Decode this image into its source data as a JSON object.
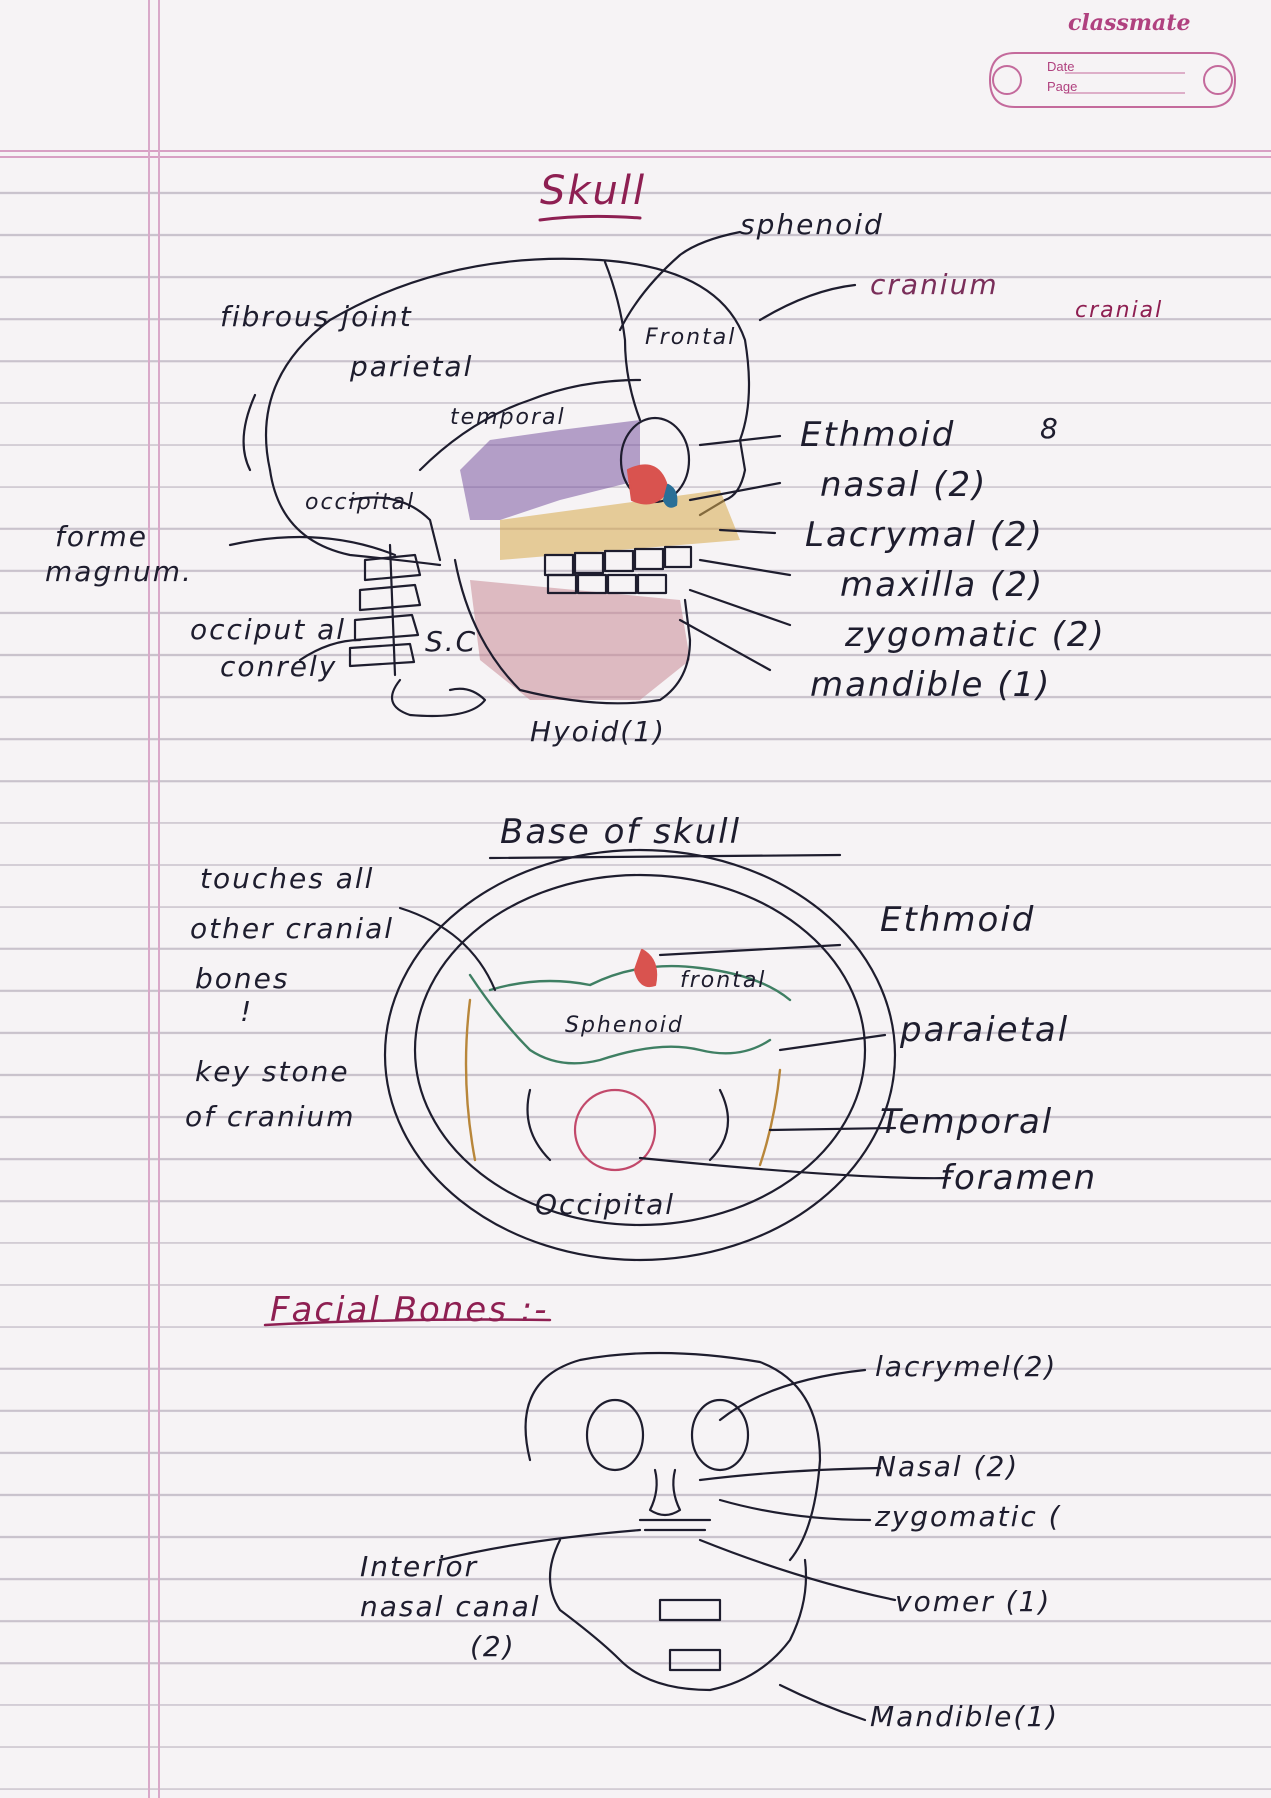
{
  "header": {
    "brand": "classmate",
    "date_label": "Date",
    "page_label": "Page"
  },
  "section1": {
    "title": "Skull",
    "labels": {
      "sphenoid": "sphenoid",
      "cranium": "cranium",
      "cranium_note": "cranial",
      "frontal": "Frontal",
      "parietal": "parietal",
      "temporal": "temporal",
      "occipital": "occipital",
      "fibrous_joint": "fibrous joint",
      "foramen_magnum_line1": "forme",
      "foramen_magnum_line2": "magnum.",
      "occipital_condyle_line1": "occiput al",
      "occipital_condyle_line2": "conrely",
      "sc": "S.C",
      "count_8": "8",
      "ethmoid": "Ethmoid",
      "nasal": "nasal (2)",
      "lacrymal": "Lacrymal (2)",
      "maxilla": "maxilla (2)",
      "zygomatic": "zygomatic (2)",
      "mandible": "mandible (1)",
      "hyoid": "Hyoid(1)"
    }
  },
  "section2": {
    "title": "Base of skull",
    "left_note": [
      "touches all",
      "other cranial",
      "bones",
      "!",
      "key stone",
      "of cranium"
    ],
    "labels": {
      "ethmoid": "Ethmoid",
      "frontal": "frontal",
      "sphenoid": "Sphenoid",
      "parietal": "paraietal",
      "temporal": "Temporal",
      "foramen": "foramen",
      "occipital": "Occipital"
    }
  },
  "section3": {
    "title": "Facial Bones :-",
    "left_note": [
      "Interior",
      "nasal canal",
      "(2)"
    ],
    "labels": {
      "lacrymal": "lacrymel(2)",
      "nasal": "Nasal (2)",
      "zygomatic": "zygomatic (",
      "vomer": "vomer (1)",
      "mandible": "Mandible(1)"
    }
  },
  "colors": {
    "ink": "#1e1d2e",
    "title_maroon": "#8e1f52",
    "temporal_purple": "#6f4a9a",
    "maxilla_yellow": "#d7a94a",
    "mandible_pink": "#c98a96",
    "nasal_red": "#d9534f",
    "lacrymal_blue": "#2a6f97"
  }
}
